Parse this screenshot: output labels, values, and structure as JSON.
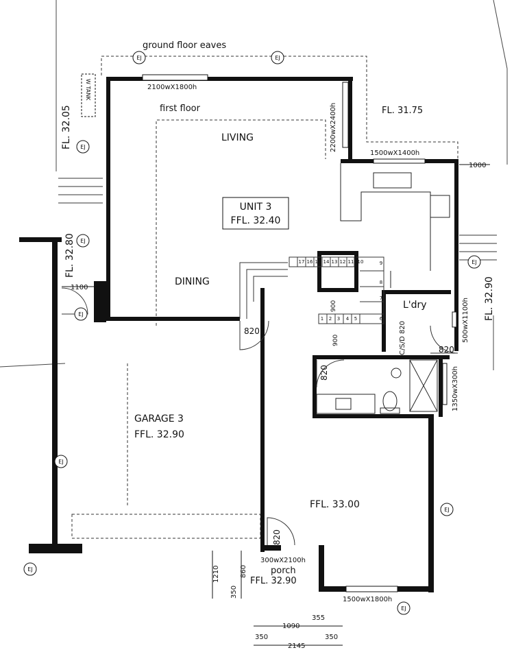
{
  "labels": {
    "eaves": "ground floor eaves",
    "first_floor": "first floor",
    "living": "LIVING",
    "dining": "DINING",
    "unit": "UNIT 3",
    "unit_ffl": "FFL. 32.40",
    "garage": "GARAGE 3",
    "garage_ffl": "FFL. 32.90",
    "ffl_3300": "FFL. 33.00",
    "fl_3175": "FL. 31.75",
    "fl_3205": "FL. 32.05",
    "fl_3280": "FL. 32.80",
    "fl_3290": "FL. 32.90",
    "ldry": "L'dry",
    "porch": "porch",
    "porch_ffl": "FFL. 32.90",
    "w_tank": "W TANK",
    "ej": "EJ"
  },
  "openings": {
    "win_top": "2100wX1800h",
    "win_living_side": "2200wX2400h",
    "win_kitchen": "1500wX1400h",
    "win_bottom": "1500wX1800h",
    "win_bath": "1350wX300h",
    "win_ldry": "500wX1100h",
    "door_front": "300wX2100h",
    "door_dining": "820",
    "door_bath": "820",
    "door_ldry": "820",
    "door_porch": "820",
    "csd": "C/S/D 820",
    "d900_a": "900",
    "d900_b": "900"
  },
  "dimensions": {
    "d1000": "1000",
    "d1100": "1100",
    "d1210": "1210",
    "d860": "860",
    "d350_v": "350",
    "d1090": "1090",
    "d355": "355",
    "d350_a": "350",
    "d350_b": "350",
    "d2145": "2145"
  },
  "stair_numbers": [
    "1",
    "2",
    "3",
    "4",
    "5",
    "6",
    "7",
    "8",
    "9",
    "10",
    "11",
    "12",
    "13",
    "14",
    "15",
    "16",
    "17"
  ]
}
